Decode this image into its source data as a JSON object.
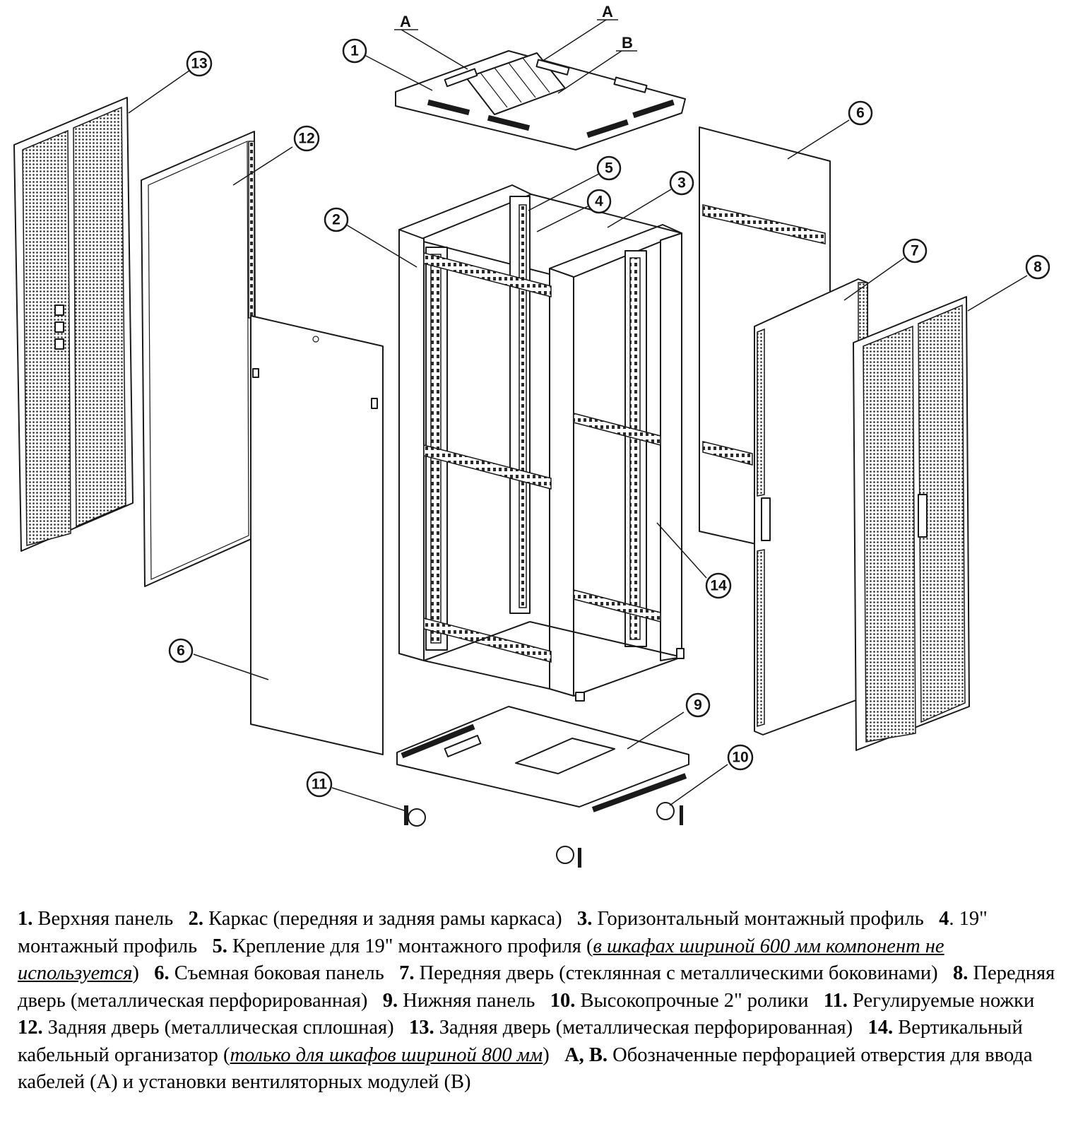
{
  "figure": {
    "callouts": [
      "1",
      "2",
      "3",
      "4",
      "5",
      "6",
      "6",
      "7",
      "8",
      "9",
      "10",
      "11",
      "12",
      "13",
      "14"
    ],
    "letters": [
      "A",
      "A",
      "B"
    ]
  },
  "legend": [
    {
      "num": "1.",
      "text": "Верхняя панель"
    },
    {
      "num": "2.",
      "text": "Каркас (передняя и задняя рамы каркаса)"
    },
    {
      "num": "3.",
      "text": "Горизонтальный монтажный профиль"
    },
    {
      "num": "4",
      "text": ". 19\" монтажный профиль"
    },
    {
      "num": "5.",
      "text": "Крепление для 19\" монтажного профиля (",
      "note": "в шкафах шириной 600 мм компонент не используется",
      "after": ")"
    },
    {
      "num": "6.",
      "text": "Съемная боковая панель"
    },
    {
      "num": "7.",
      "text": "Передняя дверь (стеклянная с металлическими боковинами)"
    },
    {
      "num": "8.",
      "text": "Передняя дверь (металлическая перфорированная)"
    },
    {
      "num": "9.",
      "text": "Нижняя панель"
    },
    {
      "num": "10.",
      "text": "Высокопрочные 2\" ролики"
    },
    {
      "num": "11.",
      "text": "Регулируемые ножки"
    },
    {
      "num": "12.",
      "text": "Задняя дверь (металлическая сплошная)"
    },
    {
      "num": "13.",
      "text": "Задняя дверь (металлическая перфорированная)"
    },
    {
      "num": "14.",
      "text": "Вертикальный кабельный организатор (",
      "note": "только для шкафов шириной 800 мм",
      "after": ")"
    },
    {
      "num": "A, B.",
      "text": "Обозначенные перфорацией отверстия для ввода кабелей (А) и установки вентиляторных модулей (В)"
    }
  ]
}
